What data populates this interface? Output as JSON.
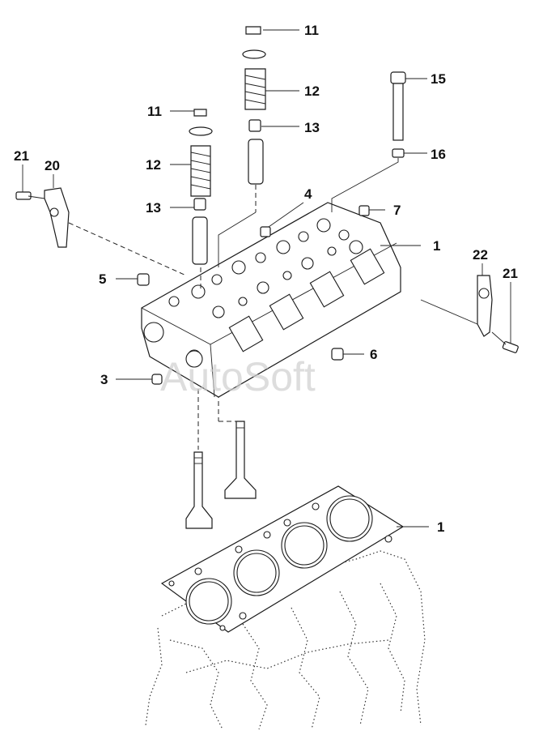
{
  "watermark": "AutoSoft",
  "callouts": {
    "c11a": "11",
    "c12a": "12",
    "c13a": "13",
    "c15": "15",
    "c16": "16",
    "c11b": "11",
    "c12b": "12",
    "c13b": "13",
    "c21a": "21",
    "c20": "20",
    "c4": "4",
    "c7": "7",
    "c1a": "1",
    "c5": "5",
    "c22": "22",
    "c21b": "21",
    "c6": "6",
    "c3": "3",
    "c1b": "1"
  }
}
